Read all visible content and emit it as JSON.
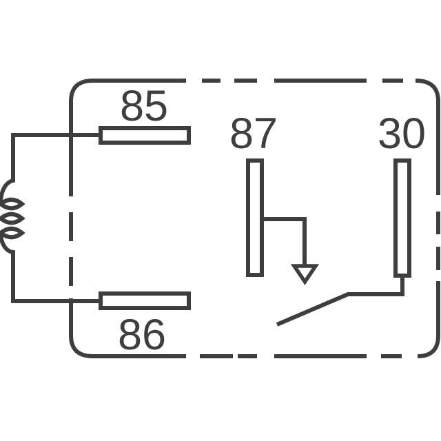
{
  "colors": {
    "line": "#3e3e40",
    "text": "#3e3e40",
    "background": "#ffffff"
  },
  "pins": [
    {
      "label": "85"
    },
    {
      "label": "86"
    },
    {
      "label": "87"
    },
    {
      "label": "30"
    }
  ],
  "symbols": [
    "coil-icon",
    "blade-terminal",
    "down-arrow-icon",
    "switch-arm",
    "dashed-relay-body"
  ]
}
